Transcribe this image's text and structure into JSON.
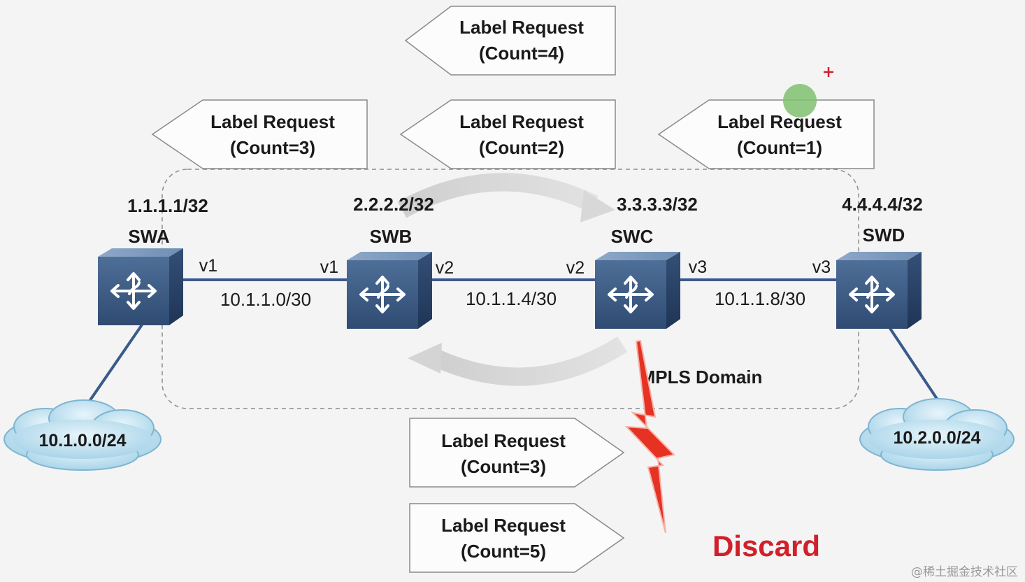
{
  "domain_label": "MPLS Domain",
  "discard_label": "Discard",
  "watermark": "@稀土掘金技术社区",
  "colors": {
    "switch_face": "#3f5f86",
    "link": "#3a5a8a",
    "discard": "#d1202a",
    "lightning": "#e53222",
    "cloud": "#bfe2f2"
  },
  "switches": [
    {
      "id": "swa",
      "name": "SWA",
      "address": "1.1.1.1/32"
    },
    {
      "id": "swb",
      "name": "SWB",
      "address": "2.2.2.2/32"
    },
    {
      "id": "swc",
      "name": "SWC",
      "address": "3.3.3.3/32"
    },
    {
      "id": "swd",
      "name": "SWD",
      "address": "4.4.4.4/32"
    }
  ],
  "links": [
    {
      "subnet": "10.1.1.0/30",
      "left_port": "v1",
      "right_port": "v1"
    },
    {
      "subnet": "10.1.1.4/30",
      "left_port": "v2",
      "right_port": "v2"
    },
    {
      "subnet": "10.1.1.8/30",
      "left_port": "v3",
      "right_port": "v3"
    }
  ],
  "networks": [
    {
      "id": "left",
      "prefix": "10.1.0.0/24"
    },
    {
      "id": "right",
      "prefix": "10.2.0.0/24"
    }
  ],
  "messages": [
    {
      "id": "req-4",
      "line1": "Label Request",
      "line2": "(Count=4)",
      "direction": "left"
    },
    {
      "id": "req-3-top",
      "line1": "Label Request",
      "line2": "(Count=3)",
      "direction": "left"
    },
    {
      "id": "req-2",
      "line1": "Label Request",
      "line2": "(Count=2)",
      "direction": "left"
    },
    {
      "id": "req-1",
      "line1": "Label Request",
      "line2": "(Count=1)",
      "direction": "left"
    },
    {
      "id": "req-3-bottom",
      "line1": "Label Request",
      "line2": "(Count=3)",
      "direction": "right"
    },
    {
      "id": "req-5",
      "line1": "Label Request",
      "line2": "(Count=5)",
      "direction": "right"
    }
  ]
}
